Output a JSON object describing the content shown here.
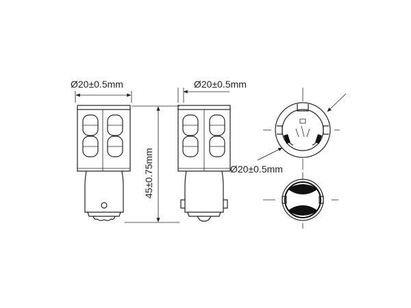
{
  "dimensions": {
    "front_diameter": "Ø20±0.5mm",
    "side_diameter": "Ø20±0.5mm",
    "height": "45±0.75mm",
    "top_view_diameter": "Ø20±0.5mm"
  },
  "colors": {
    "line": "#222222",
    "background": "#ffffff"
  }
}
